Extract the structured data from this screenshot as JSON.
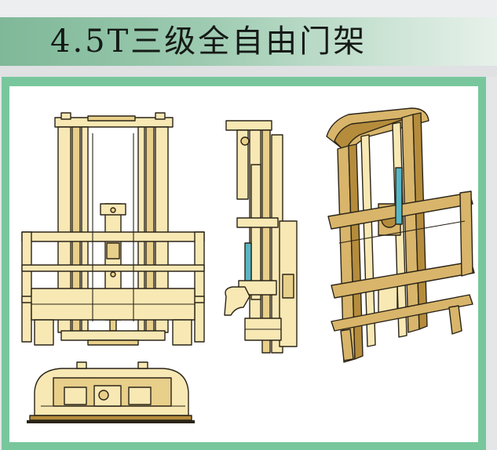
{
  "header": {
    "title": "4.5T三级全自由门架"
  },
  "figure": {
    "views": [
      {
        "name": "front-view"
      },
      {
        "name": "side-view"
      },
      {
        "name": "isometric-view"
      },
      {
        "name": "top-view"
      }
    ],
    "colors": {
      "banner_start": "#7fb898",
      "banner_end": "#e7f1ea",
      "frame_green": "#78c79c",
      "part_fill": "#f8e8b4",
      "part_shade": "#e8cf8a",
      "iso_fill": "#d8b56a",
      "iso_dark": "#b58c3c",
      "outline": "#2a2418",
      "accent_teal": "#58b6c6"
    }
  }
}
